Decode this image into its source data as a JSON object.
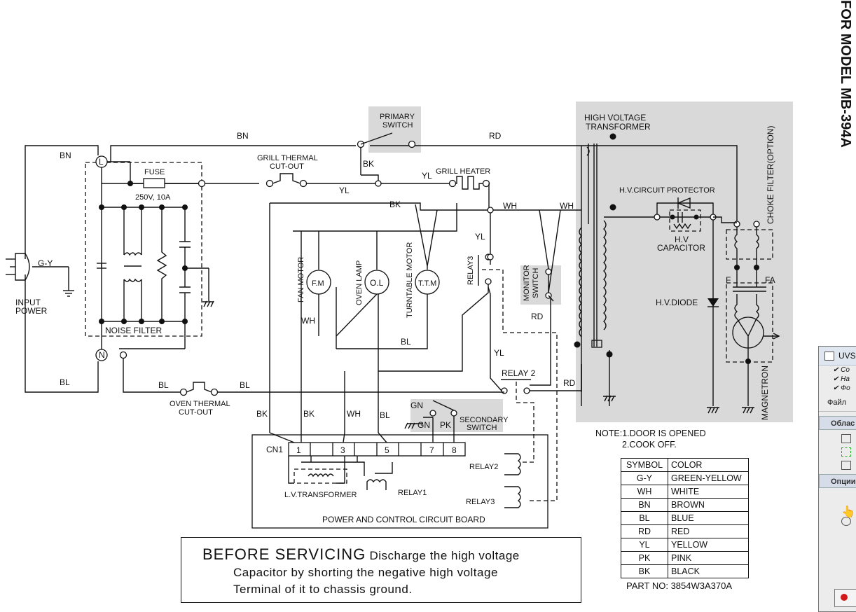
{
  "model": "FOR MODEL MB-394A",
  "labels": {
    "input_power_1": "INPUT",
    "input_power_2": "POWER",
    "gy": "G-Y",
    "bn_left": "BN",
    "bl_left": "BL",
    "terminal_l": "L",
    "terminal_n": "N",
    "fuse": "FUSE",
    "fuse_rating": "250V, 10A",
    "noise_filter": "NOISE FILTER",
    "bn_top": "BN",
    "rd_top": "RD",
    "primary_switch_1": "PRIMARY",
    "primary_switch_2": "SWITCH",
    "grill_thermal_1": "GRILL THERMAL",
    "grill_thermal_2": "CUT-OUT",
    "bk_1": "BK",
    "yl_1": "YL",
    "yl_2": "YL",
    "grill_heater": "GRILL HEATER",
    "bk_2": "BK",
    "wh_1": "WH",
    "wh_2": "WH",
    "yl_3": "YL",
    "relay3_label": "RELAY3",
    "fan_motor": "FAN MOTOR",
    "fm": "F.M",
    "oven_lamp": "OVEN LAMP",
    "ol": "O.L",
    "turntable_motor": "TURNTABLE MOTOR",
    "ttm": "T.T.M",
    "wh_3": "WH",
    "bl_1": "BL",
    "monitor_switch_1": "MONITOR",
    "monitor_switch_2": "SWITCH",
    "rd_1": "RD",
    "yl_4": "YL",
    "relay2_label": "RELAY 2",
    "rd_2": "RD",
    "bl_2": "BL",
    "bl_3": "BL",
    "oven_thermal_1": "OVEN THERMAL",
    "oven_thermal_2": "CUT-OUT",
    "bk_3": "BK",
    "bk_4": "BK",
    "wh_4": "WH",
    "bl_4": "BL",
    "gn_1": "GN",
    "gn_2": "GN",
    "pk": "PK",
    "secondary_switch_1": "SECONDARY",
    "secondary_switch_2": "SWITCH",
    "cn1": "CN1",
    "cn_1": "1",
    "cn_3": "3",
    "cn_5": "5",
    "cn_7": "7",
    "cn_8": "8",
    "lv_transformer": "L.V.TRANSFORMER",
    "relay1": "RELAY1",
    "relay2_board": "RELAY2",
    "relay3_board": "RELAY3",
    "board": "POWER AND CONTROL CIRCUIT BOARD",
    "hv_transformer_1": "HIGH VOLTAGE",
    "hv_transformer_2": "TRANSFORMER",
    "hv_protector": "H.V.CIRCUIT PROTECTOR",
    "hv_capacitor_1": "H.V",
    "hv_capacitor_2": "CAPACITOR",
    "hv_diode": "H.V.DIODE",
    "choke_filter": "CHOKE FILTER(OPTION)",
    "f": "F",
    "fa": "FA",
    "magnetron": "MAGNETRON"
  },
  "note": {
    "line1": "NOTE:1.DOOR IS OPENED",
    "line2": "2.COOK OFF."
  },
  "color_table": {
    "headers": [
      "SYMBOL",
      "COLOR"
    ],
    "rows": [
      [
        "G-Y",
        "GREEN-YELLOW"
      ],
      [
        "WH",
        "WHITE"
      ],
      [
        "BN",
        "BROWN"
      ],
      [
        "BL",
        "BLUE"
      ],
      [
        "RD",
        "RED"
      ],
      [
        "YL",
        "YELLOW"
      ],
      [
        "PK",
        "PINK"
      ],
      [
        "BK",
        "BLACK"
      ]
    ]
  },
  "part_no": "PART NO: 3854W3A370A",
  "warning": {
    "lead": "BEFORE SERVICING",
    "line1": "Discharge the high voltage",
    "line2": "Capacitor by shorting the negative high voltage",
    "line3": "Terminal of it to chassis ground."
  },
  "uv_window": {
    "title": "UVSc",
    "checks": [
      "Co",
      "На",
      "Фо"
    ],
    "menu_file": "Файл",
    "group1": "Облас",
    "group2": "Опции"
  },
  "colors": {
    "highlight": "#d9d9d9",
    "ink": "#111111"
  }
}
